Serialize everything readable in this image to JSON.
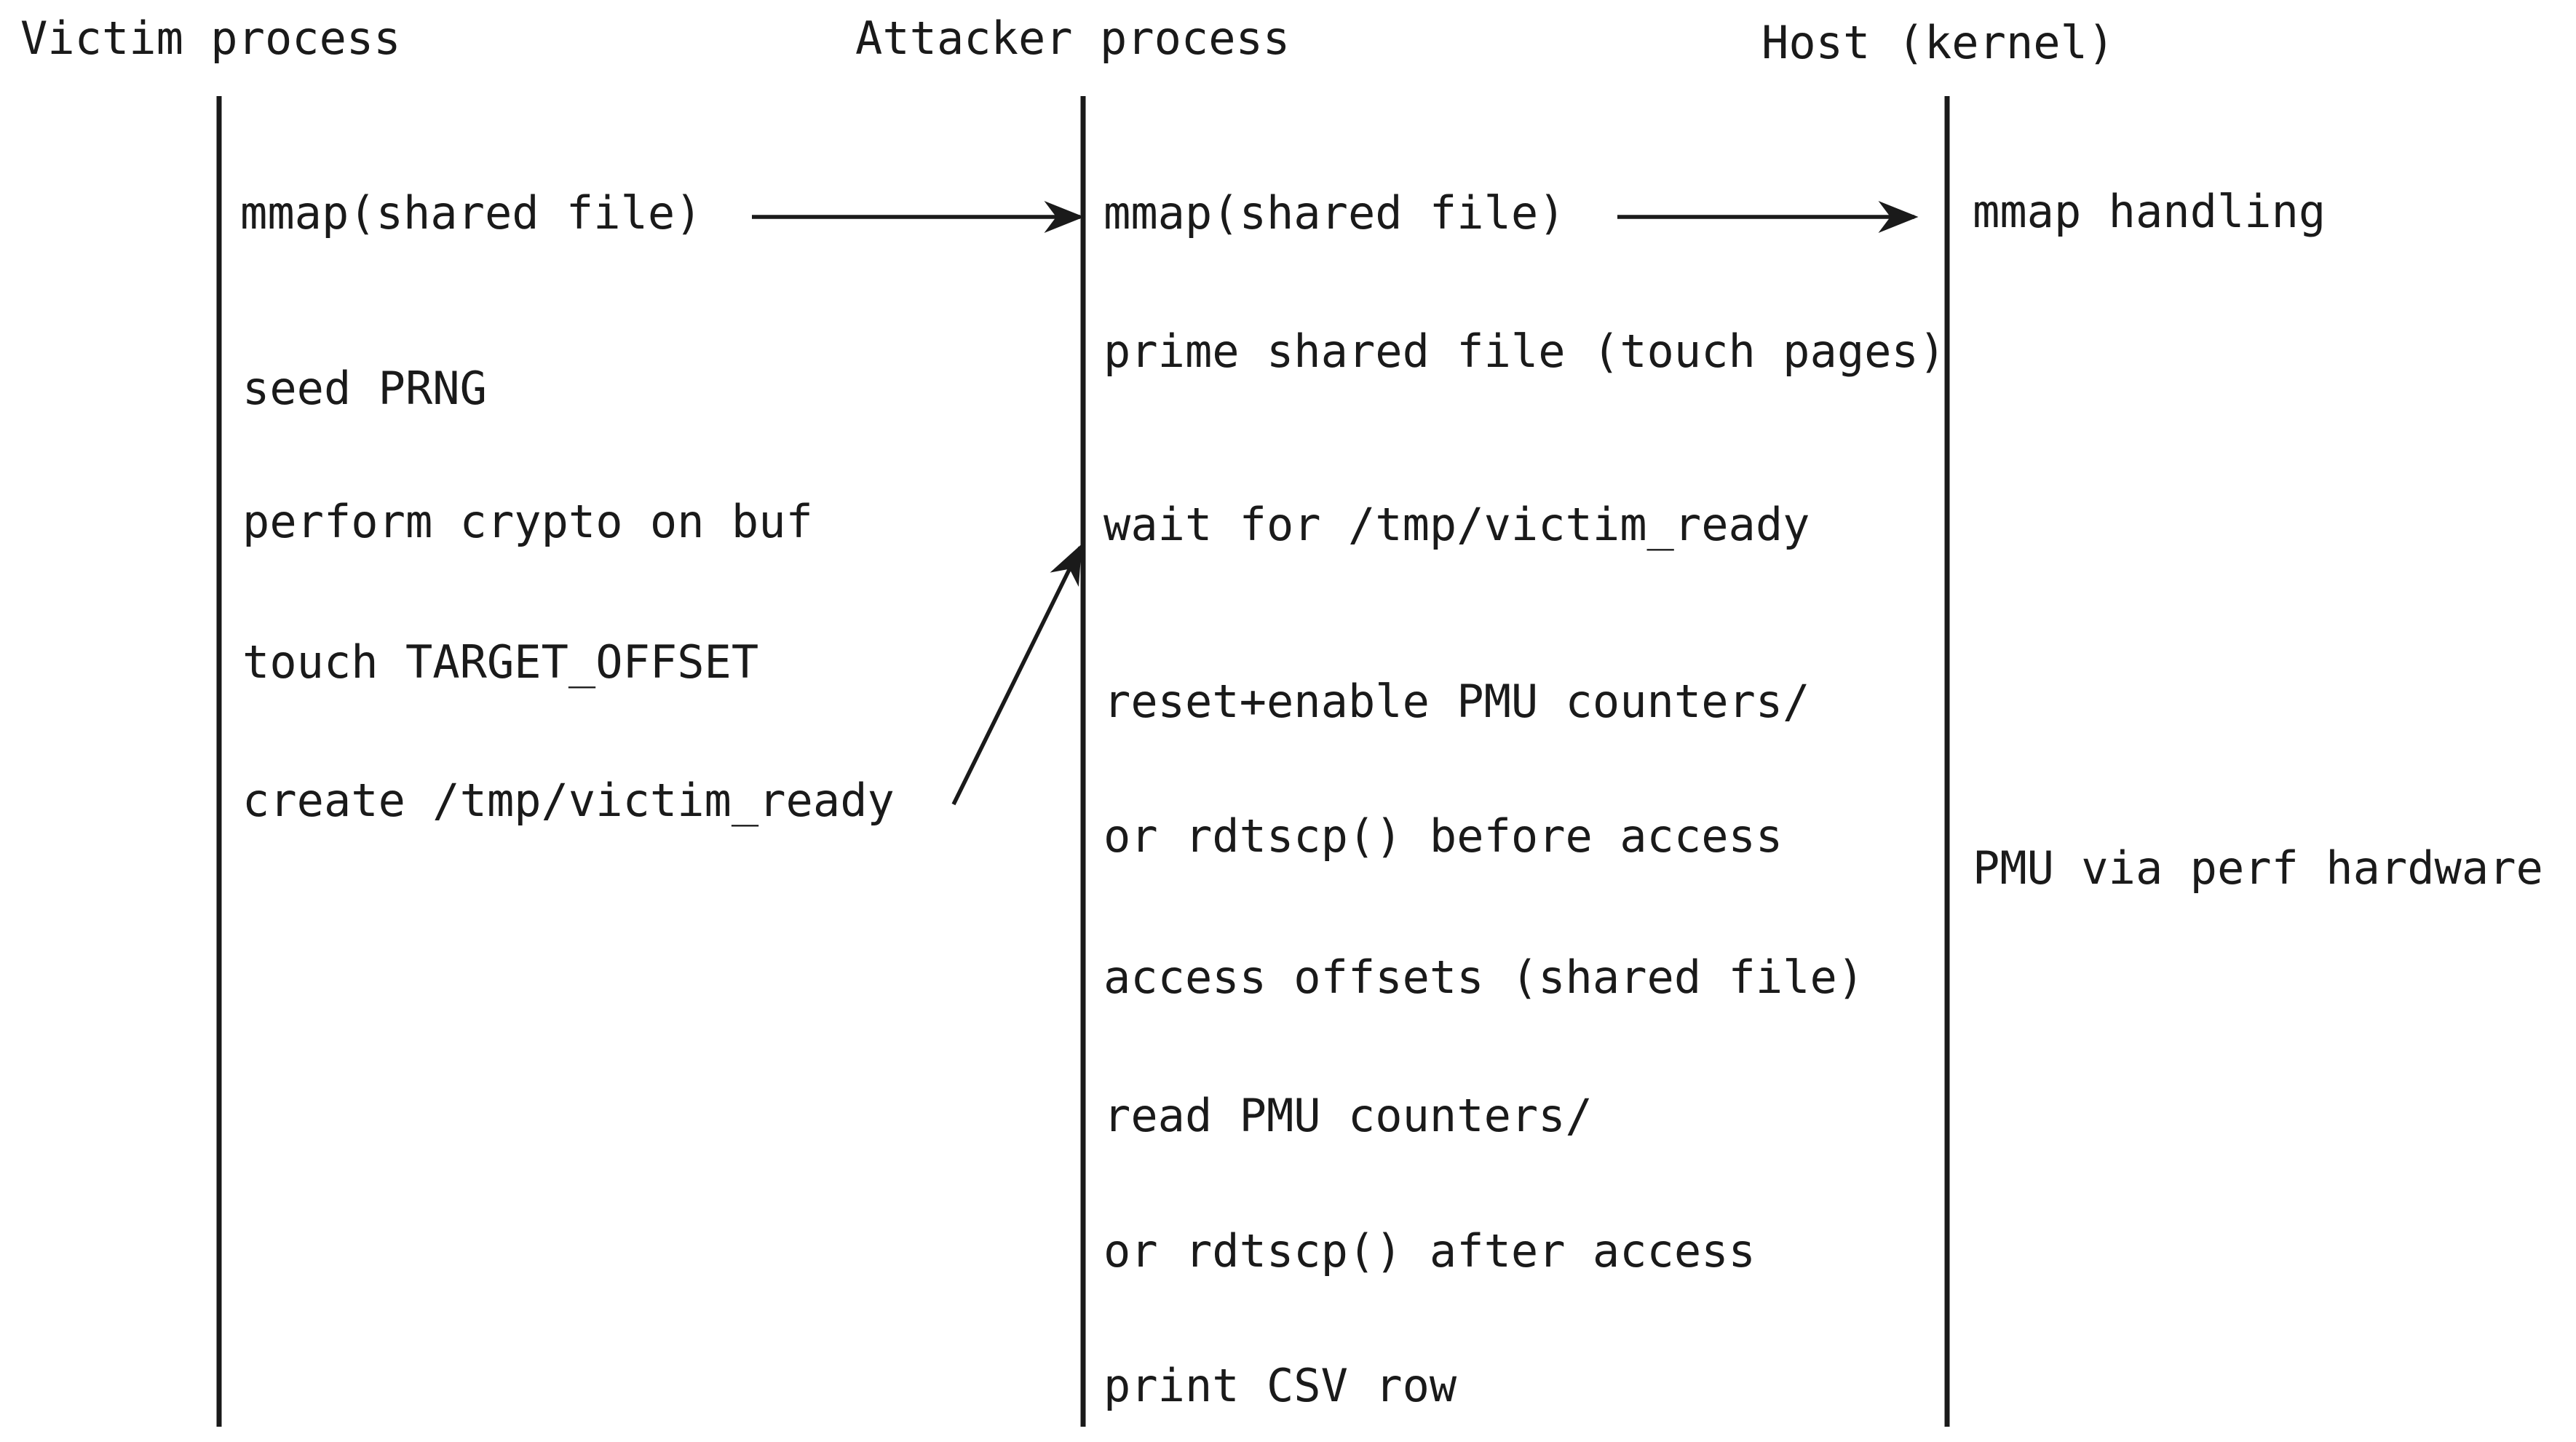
{
  "lanes": {
    "victim": {
      "header": "Victim process",
      "steps": [
        "mmap(shared file)",
        "seed PRNG",
        "perform crypto on buf",
        "touch TARGET_OFFSET",
        "create /tmp/victim_ready"
      ]
    },
    "attacker": {
      "header": "Attacker process",
      "steps": [
        "mmap(shared file)",
        "prime shared file (touch pages)",
        "wait for /tmp/victim_ready",
        "reset+enable PMU counters/",
        "or rdtscp() before access",
        "access offsets (shared file)",
        "read PMU counters/",
        "or rdtscp() after access",
        "print CSV row"
      ]
    },
    "host": {
      "header": "Host (kernel)",
      "steps": [
        "mmap handling",
        "PMU via perf hardware"
      ]
    }
  },
  "colors": {
    "ink": "#1a1a1a",
    "background": "#ffffff"
  }
}
